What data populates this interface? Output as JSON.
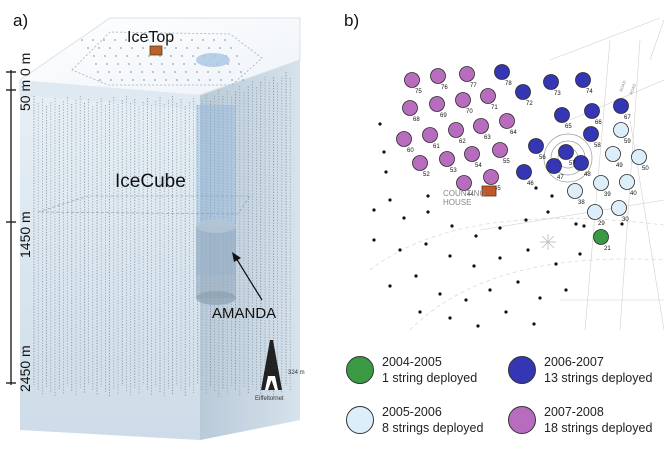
{
  "panel_a": {
    "label": "a)",
    "icetop": "IceTop",
    "icecube": "IceCube",
    "amanda": "AMANDA",
    "depths": [
      "0 m",
      "50 m",
      "1450 m",
      "2450 m"
    ],
    "eiffel_caption": "Eiffeltornet",
    "eiffel_height": "324 m"
  },
  "panel_b": {
    "label": "b)",
    "counting_house": [
      "COUNTING",
      "HOUSE"
    ],
    "string_colors": {
      "2004-2005": "#3a9a44",
      "2005-2006": "#dceefa",
      "2006-2007": "#3436b4",
      "2007-2008": "#b86cbe"
    },
    "strings": [
      {
        "id": "21",
        "season": "2004-2005"
      },
      {
        "id": "29",
        "season": "2005-2006"
      },
      {
        "id": "30",
        "season": "2005-2006"
      },
      {
        "id": "38",
        "season": "2005-2006"
      },
      {
        "id": "39",
        "season": "2005-2006"
      },
      {
        "id": "40",
        "season": "2005-2006"
      },
      {
        "id": "49",
        "season": "2005-2006"
      },
      {
        "id": "50",
        "season": "2005-2006"
      },
      {
        "id": "59",
        "season": "2005-2006"
      },
      {
        "id": "46",
        "season": "2006-2007"
      },
      {
        "id": "47",
        "season": "2006-2007"
      },
      {
        "id": "48",
        "season": "2006-2007"
      },
      {
        "id": "56",
        "season": "2006-2007"
      },
      {
        "id": "57",
        "season": "2006-2007"
      },
      {
        "id": "58",
        "season": "2006-2007"
      },
      {
        "id": "65",
        "season": "2006-2007"
      },
      {
        "id": "66",
        "season": "2006-2007"
      },
      {
        "id": "67",
        "season": "2006-2007"
      },
      {
        "id": "72",
        "season": "2006-2007"
      },
      {
        "id": "73",
        "season": "2006-2007"
      },
      {
        "id": "74",
        "season": "2006-2007"
      },
      {
        "id": "78",
        "season": "2006-2007"
      },
      {
        "id": "44",
        "season": "2007-2008"
      },
      {
        "id": "45",
        "season": "2007-2008"
      },
      {
        "id": "52",
        "season": "2007-2008"
      },
      {
        "id": "53",
        "season": "2007-2008"
      },
      {
        "id": "54",
        "season": "2007-2008"
      },
      {
        "id": "55",
        "season": "2007-2008"
      },
      {
        "id": "60",
        "season": "2007-2008"
      },
      {
        "id": "61",
        "season": "2007-2008"
      },
      {
        "id": "62",
        "season": "2007-2008"
      },
      {
        "id": "63",
        "season": "2007-2008"
      },
      {
        "id": "64",
        "season": "2007-2008"
      },
      {
        "id": "68",
        "season": "2007-2008"
      },
      {
        "id": "69",
        "season": "2007-2008"
      },
      {
        "id": "70",
        "season": "2007-2008"
      },
      {
        "id": "71",
        "season": "2007-2008"
      },
      {
        "id": "75",
        "season": "2007-2008"
      },
      {
        "id": "76",
        "season": "2007-2008"
      },
      {
        "id": "77",
        "season": "2007-2008"
      }
    ]
  },
  "legend": [
    {
      "season": "2004-2005",
      "text": "1 string deployed",
      "color": "#3a9a44"
    },
    {
      "season": "2006-2007",
      "text": "13 strings deployed",
      "color": "#3436b4"
    },
    {
      "season": "2005-2006",
      "text": "8 strings deployed",
      "color": "#dceefa"
    },
    {
      "season": "2007-2008",
      "text": "18 strings deployed",
      "color": "#b86cbe"
    }
  ]
}
